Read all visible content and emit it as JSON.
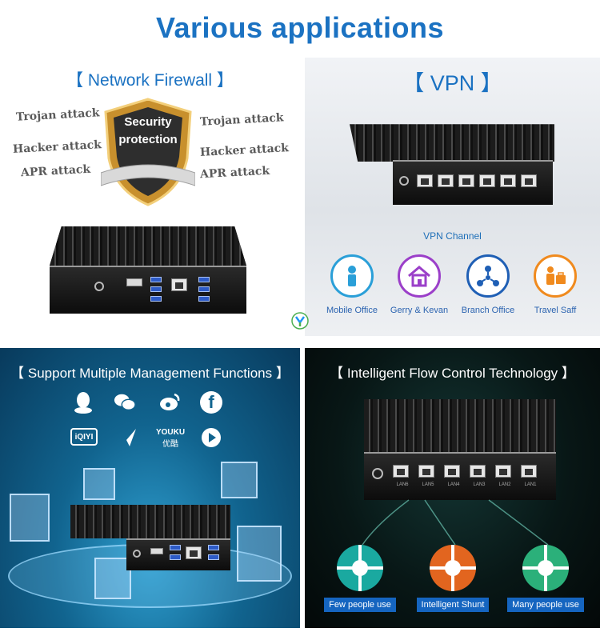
{
  "main_title": "Various applications",
  "firewall": {
    "title": "【 Network Firewall 】",
    "shield_line1": "Security",
    "shield_line2": "protection",
    "attacks_left": [
      "Trojan attack",
      "Hacker attack",
      "APR attack"
    ],
    "attacks_right": [
      "Trojan attack",
      "Hacker attack",
      "APR attack"
    ]
  },
  "vpn": {
    "title": "【 VPN 】",
    "channel": "VPN Channel",
    "items": [
      {
        "label": "Mobile Office",
        "icon": "person-icon",
        "color": "#2a9fd8"
      },
      {
        "label": "Gerry & Kevan",
        "icon": "house-icon",
        "color": "#9b3fc9"
      },
      {
        "label": "Branch Office",
        "icon": "network-icon",
        "color": "#1f5fb5"
      },
      {
        "label": "Travel Saff",
        "icon": "briefcase-icon",
        "color": "#f08a1e"
      }
    ]
  },
  "management": {
    "title": "【 Support Multiple Management Functions 】",
    "apps": [
      "qq-icon",
      "wechat-icon",
      "weibo-icon",
      "facebook-icon",
      "iqiyi-icon",
      "bird-icon",
      "youku-icon",
      "tencent-video-icon"
    ],
    "iqiyi_text": "iQIYI",
    "youku_text": "YOUKU",
    "youku_sub": "优酷"
  },
  "flow": {
    "title": "【 Intelligent Flow Control Technology 】",
    "items": [
      {
        "label": "Few people use",
        "color": "#1aa9a0"
      },
      {
        "label": "Intelligent Shunt",
        "color": "#e2651f"
      },
      {
        "label": "Many people use",
        "color": "#2bb07a"
      }
    ],
    "lan_labels": [
      "LAN6",
      "LAN5",
      "LAN4",
      "LAN3",
      "LAN2",
      "LAN1"
    ]
  }
}
